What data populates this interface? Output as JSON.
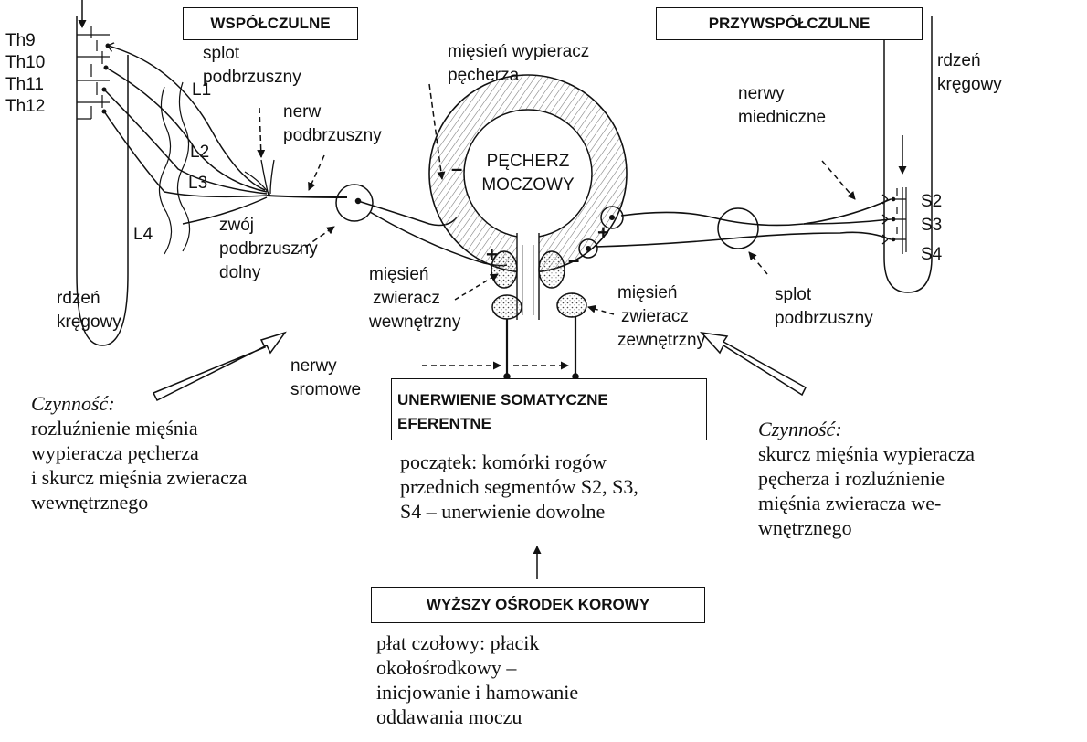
{
  "headers": {
    "sympathetic": "WSPÓŁCZULNE",
    "parasympathetic": "PRZYWSPÓŁCZULNE",
    "somatic": [
      "UNERWIENIE SOMATYCZNE",
      "EFERENTNE"
    ],
    "cortical": "WYŻSZY OŚRODEK KOROWY"
  },
  "left_segments": [
    "Th9",
    "Th10",
    "Th11",
    "Th12"
  ],
  "lumbar_segments": [
    "L1",
    "L2",
    "L3",
    "L4"
  ],
  "sacral_segments": [
    "S2",
    "S3",
    "S4"
  ],
  "labels": {
    "splot_left": [
      "splot",
      "podbrzuszny"
    ],
    "nerw_podbrzuszny": [
      "nerw",
      "podbrzuszny"
    ],
    "zwoj": [
      "zwój",
      "podbrzuszny",
      "dolny"
    ],
    "rdzen_left": [
      "rdzeń",
      "kręgowy"
    ],
    "detrusor": [
      "mięsień wypieracz",
      "pęcherza"
    ],
    "bladder": [
      "PĘCHERZ",
      "MOCZOWY"
    ],
    "internal_sphincter": [
      "mięsień",
      "zwieracz",
      "wewnętrzny"
    ],
    "external_sphincter": [
      "mięsień",
      "zwieracz",
      "zewnętrzny"
    ],
    "nerwy_sromowe": [
      "nerwy",
      "sromowe"
    ],
    "nerwy_miedniczne": [
      "nerwy",
      "miedniczne"
    ],
    "rdzen_right": [
      "rdzeń",
      "kręgowy"
    ],
    "splot_right": [
      "splot",
      "podbrzuszny"
    ]
  },
  "signs": {
    "plus": "+",
    "minus": "–"
  },
  "function_left": {
    "heading": "Czynność:",
    "lines": [
      "rozluźnienie mięśnia",
      "wypieracza pęcherza",
      "i skurcz mięśnia zwieracza",
      "wewnętrznego"
    ]
  },
  "function_right": {
    "heading": "Czynność:",
    "lines": [
      "skurcz mięśnia wypieracza",
      "pęcherza i rozluźnienie",
      "mięśnia zwieracza we-",
      "wnętrznego"
    ]
  },
  "somatic_text": [
    "początek: komórki rogów",
    "przednich segmentów S2, S3,",
    "S4 – unerwienie dowolne"
  ],
  "cortical_text": [
    "płat czołowy: płacik",
    "okołośrodkowy –",
    "inicjowanie i hamowanie",
    "oddawania moczu"
  ]
}
